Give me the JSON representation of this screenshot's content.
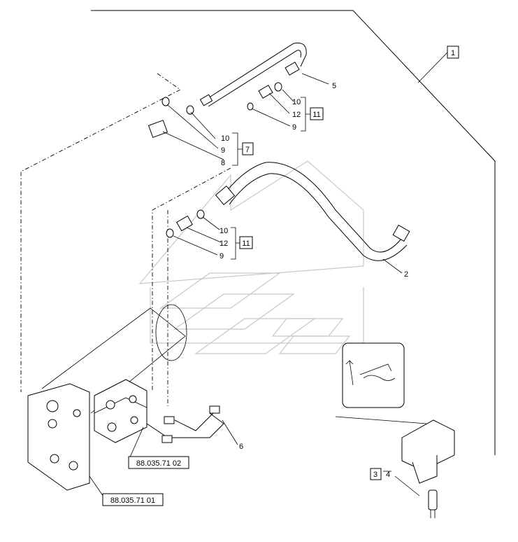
{
  "callouts": {
    "c1": "1",
    "c2": "2",
    "c3": "3",
    "c4": "4",
    "c5": "5",
    "c6": "6",
    "c7": "7",
    "c8": "8",
    "c9_top_left": "9",
    "c10_top_left": "10",
    "c9_top_right": "9",
    "c10_top_right": "10",
    "c11_top": "11",
    "c12_top": "12",
    "c9_mid": "9",
    "c10_mid": "10",
    "c11_mid": "11",
    "c12_mid": "12"
  },
  "references": {
    "ref_upper": "88.035.71 02",
    "ref_lower": "88.035.71 01"
  }
}
